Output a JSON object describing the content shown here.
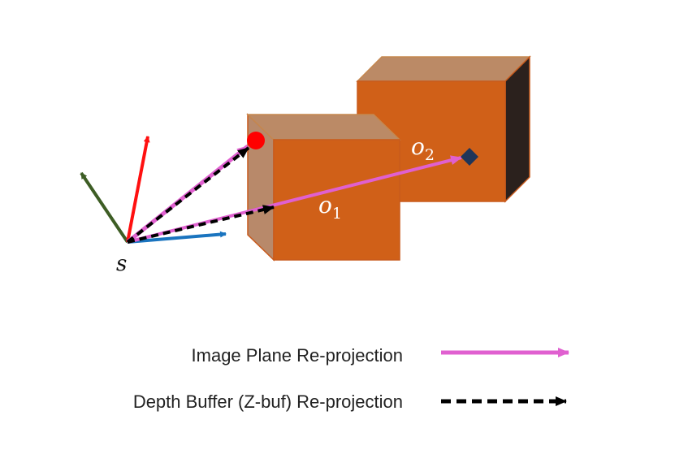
{
  "labels": {
    "source": "s",
    "object1_base": "o",
    "object1_sub": "1",
    "object2_base": "o",
    "object2_sub": "2"
  },
  "legend": {
    "image_plane": "Image Plane Re-projection",
    "depth_buffer": "Depth Buffer (Z-buf) Re-projection"
  },
  "colors": {
    "box_front": "#d06018",
    "box_side_light": "#b8896a",
    "box_top": "#bb8a66",
    "box_side_dark": "#2b211d",
    "box_edge": "#c85a1c",
    "axis_green": "#3d5d24",
    "axis_red": "#ff1010",
    "axis_blue": "#1a74bf",
    "image_plane_arrow": "#e060d0",
    "depth_arrow": "#000000",
    "hit_point": "#ff0000",
    "target_marker": "#1f3559",
    "label_white": "#ffffff"
  },
  "icons": {
    "hit_point": "circle",
    "target_marker": "diamond"
  }
}
